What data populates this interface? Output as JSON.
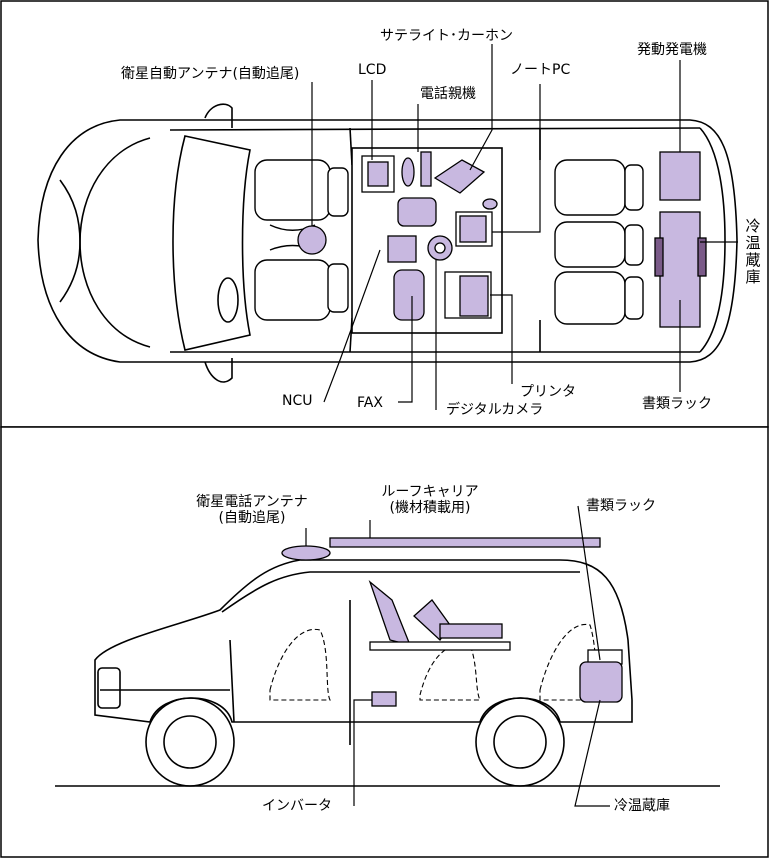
{
  "colors": {
    "equipment_fill": "#c8b8e0",
    "line": "#000000",
    "background": "#ffffff"
  },
  "top_view": {
    "labels": {
      "satellite_antenna": "衛星自動アンテナ(自動追尾)",
      "lcd": "LCD",
      "satellite_phone": "サテライト･カーホン",
      "notebook_pc": "ノートPC",
      "generator": "発動発電機",
      "phone_base": "電話親機",
      "refrigerator": "冷温蔵庫",
      "ncu": "NCU",
      "fax": "FAX",
      "digital_camera": "デジタルカメラ",
      "printer": "プリンタ",
      "document_rack": "書類ラック"
    }
  },
  "side_view": {
    "labels": {
      "satellite_phone_antenna_line1": "衛星電話アンテナ",
      "satellite_phone_antenna_line2": "(自動追尾)",
      "roof_carrier_line1": "ルーフキャリア",
      "roof_carrier_line2": "(機材積載用)",
      "document_rack": "書類ラック",
      "inverter": "インバータ",
      "refrigerator": "冷温蔵庫"
    }
  }
}
